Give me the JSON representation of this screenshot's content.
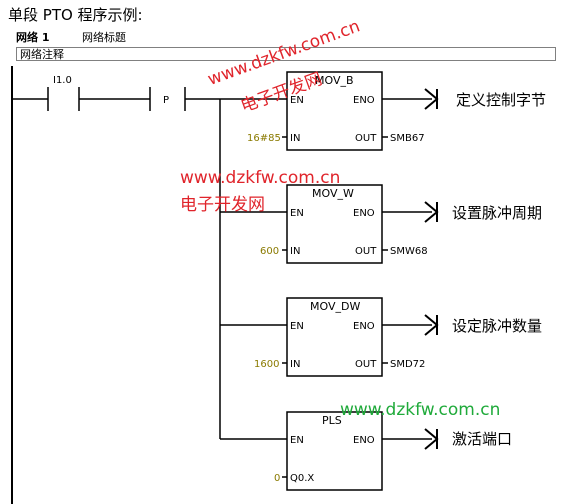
{
  "title": "单段 PTO 程序示例:",
  "network": {
    "label": "网络 1",
    "title": "网络标题",
    "comment": "网络注释"
  },
  "contact": {
    "address": "I1.0",
    "edge": "P"
  },
  "blocks": [
    {
      "name": "MOV_B",
      "en": "EN",
      "eno": "ENO",
      "in_pin": "IN",
      "out_pin": "OUT",
      "in_value": "16#85",
      "out_value": "SMB67",
      "annotation": "定义控制字节"
    },
    {
      "name": "MOV_W",
      "en": "EN",
      "eno": "ENO",
      "in_pin": "IN",
      "out_pin": "OUT",
      "in_value": "600",
      "out_value": "SMW68",
      "annotation": "设置脉冲周期"
    },
    {
      "name": "MOV_DW",
      "en": "EN",
      "eno": "ENO",
      "in_pin": "IN",
      "out_pin": "OUT",
      "in_value": "1600",
      "out_value": "SMD72",
      "annotation": "设定脉冲数量"
    },
    {
      "name": "PLS",
      "en": "EN",
      "eno": "ENO",
      "in_pin": "Q0.X",
      "in_value": "0",
      "annotation": "激活端口"
    }
  ],
  "watermarks": {
    "url": "www.dzkfw.com.cn",
    "site": "电子开发网"
  }
}
